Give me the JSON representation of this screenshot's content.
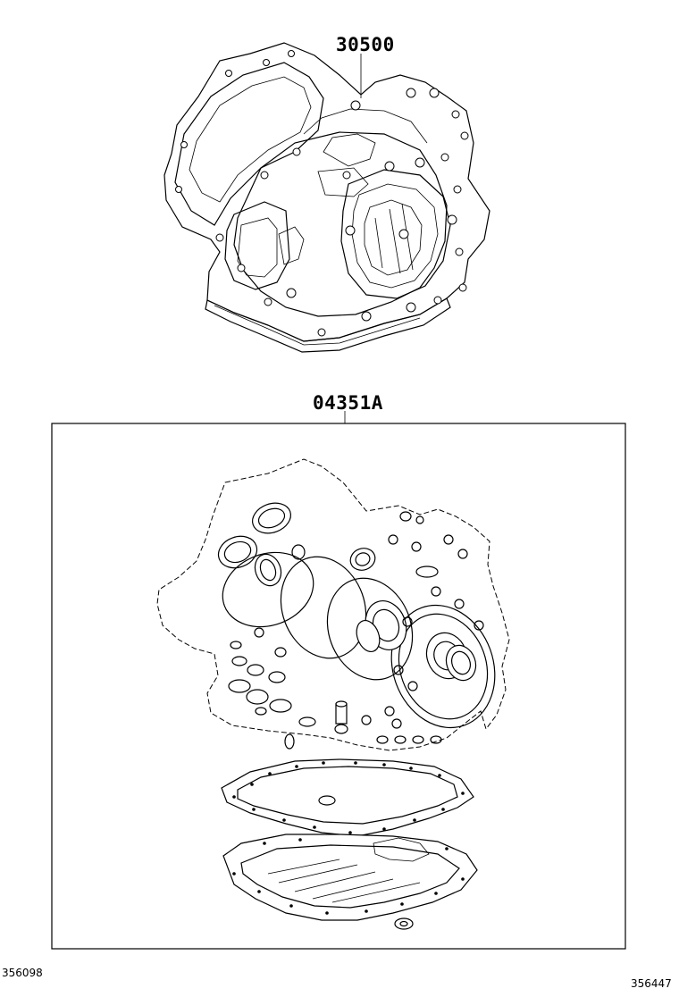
{
  "callouts": {
    "assembly_part": "30500",
    "overhaul_kit_part": "04351A"
  },
  "reference_numbers": {
    "left": "356098",
    "right": "356447"
  }
}
